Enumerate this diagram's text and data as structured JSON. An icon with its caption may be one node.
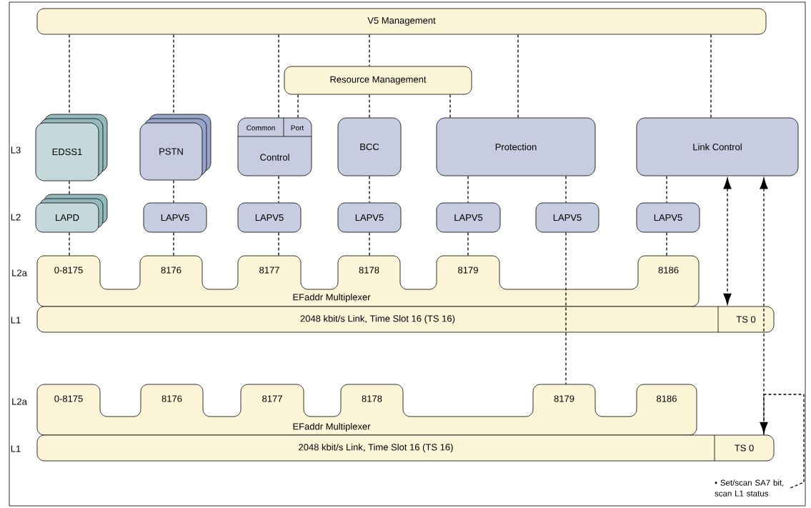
{
  "diagram": {
    "nodes": [
      {
        "text": [
          "V5 Management"
        ]
      },
      {
        "text": [
          "Resource Management"
        ]
      },
      {
        "text": [
          "EDSS1"
        ]
      },
      {
        "text": [
          "PSTN"
        ]
      },
      {
        "text": [
          "Common",
          "Port",
          "Control"
        ]
      },
      {
        "text": [
          "BCC"
        ]
      },
      {
        "text": [
          "Protection"
        ]
      },
      {
        "text": [
          "Link Control"
        ]
      },
      {
        "text": [
          "LAPD"
        ]
      },
      {
        "text": [
          "LAPV5"
        ]
      },
      {
        "text": [
          "LAPV5"
        ]
      },
      {
        "text": [
          "LAPV5"
        ]
      },
      {
        "text": [
          "LAPV5"
        ]
      },
      {
        "text": [
          "LAPV5"
        ]
      },
      {
        "text": [
          "LAPV5"
        ]
      },
      {
        "text": [
          "EFaddr Multiplexer"
        ]
      },
      {
        "text": [
          "0-8175"
        ],
        "in": 15
      },
      {
        "text": [
          "8176"
        ],
        "in": 15
      },
      {
        "text": [
          "8177"
        ],
        "in": 15
      },
      {
        "text": [
          "8178"
        ],
        "in": 15
      },
      {
        "text": [
          "8179"
        ],
        "in": 15
      },
      {
        "text": [
          "8186"
        ],
        "in": 15
      },
      {
        "text": [
          "2048 kbit/s Link, Time Slot 16 (TS 16)"
        ]
      },
      {
        "text": [
          "TS 0"
        ],
        "in": 22
      },
      {
        "text": [
          "EFaddr Multiplexer"
        ]
      },
      {
        "text": [
          "0-8175"
        ],
        "in": 24
      },
      {
        "text": [
          "8176"
        ],
        "in": 24
      },
      {
        "text": [
          "8177"
        ],
        "in": 24
      },
      {
        "text": [
          "8178"
        ],
        "in": 24
      },
      {
        "text": [
          "8179"
        ],
        "in": 24
      },
      {
        "text": [
          "8186"
        ],
        "in": 24
      },
      {
        "text": [
          "2048 kbit/s Link, Time Slot 16 (TS 16)"
        ]
      },
      {
        "text": [
          "TS 0"
        ],
        "in": 31
      },
      {
        "text": [
          "• Set/scan SA7 bit, scan L1 status"
        ]
      }
    ],
    "edges": [
      {
        "from": 0,
        "to": 2,
        "arrow": "none",
        "style": "dashed"
      },
      {
        "from": 0,
        "to": 3,
        "arrow": "none",
        "style": "dashed"
      },
      {
        "from": 0,
        "to": 4,
        "arrow": "none",
        "style": "dashed"
      },
      {
        "from": 0,
        "to": 1,
        "arrow": "none",
        "style": "dashed"
      },
      {
        "from": 1,
        "to": 5,
        "arrow": "none",
        "style": "dashed"
      },
      {
        "from": 1,
        "to": 4,
        "arrow": "none",
        "style": "dashed"
      },
      {
        "from": 1,
        "to": 6,
        "arrow": "none",
        "style": "dashed"
      },
      {
        "from": 0,
        "to": 6,
        "arrow": "none",
        "style": "dashed"
      },
      {
        "from": 0,
        "to": 7,
        "arrow": "none",
        "style": "dashed"
      },
      {
        "from": 2,
        "to": 8,
        "arrow": "none",
        "style": "dashed"
      },
      {
        "from": 3,
        "to": 9,
        "arrow": "none",
        "style": "dashed"
      },
      {
        "from": 4,
        "to": 10,
        "arrow": "none",
        "style": "dashed"
      },
      {
        "from": 5,
        "to": 11,
        "arrow": "none",
        "style": "dashed"
      },
      {
        "from": 6,
        "to": 12,
        "arrow": "none",
        "style": "dashed"
      },
      {
        "from": 6,
        "to": 13,
        "arrow": "none",
        "style": "dashed"
      },
      {
        "from": 7,
        "to": 14,
        "arrow": "none",
        "style": "dashed"
      },
      {
        "from": 8,
        "to": 16,
        "arrow": "none",
        "style": "dashed"
      },
      {
        "from": 9,
        "to": 17,
        "arrow": "none",
        "style": "dashed"
      },
      {
        "from": 10,
        "to": 18,
        "arrow": "none",
        "style": "dashed"
      },
      {
        "from": 11,
        "to": 19,
        "arrow": "none",
        "style": "dashed"
      },
      {
        "from": 12,
        "to": 20,
        "arrow": "none",
        "style": "dashed"
      },
      {
        "from": 13,
        "to": 29,
        "arrow": "none",
        "style": "dashed"
      },
      {
        "from": 14,
        "to": 21,
        "arrow": "none",
        "style": "dashed"
      },
      {
        "from": 7,
        "to": 23,
        "arrow": "both",
        "style": "dashed"
      },
      {
        "from": 7,
        "to": 32,
        "arrow": "both",
        "style": "dashed"
      },
      {
        "from": 33,
        "to": 32,
        "arrow": "none",
        "style": "dashed"
      }
    ],
    "labels": [
      "L3",
      "L2",
      "L2a",
      "L1",
      "L2a",
      "L1"
    ]
  }
}
